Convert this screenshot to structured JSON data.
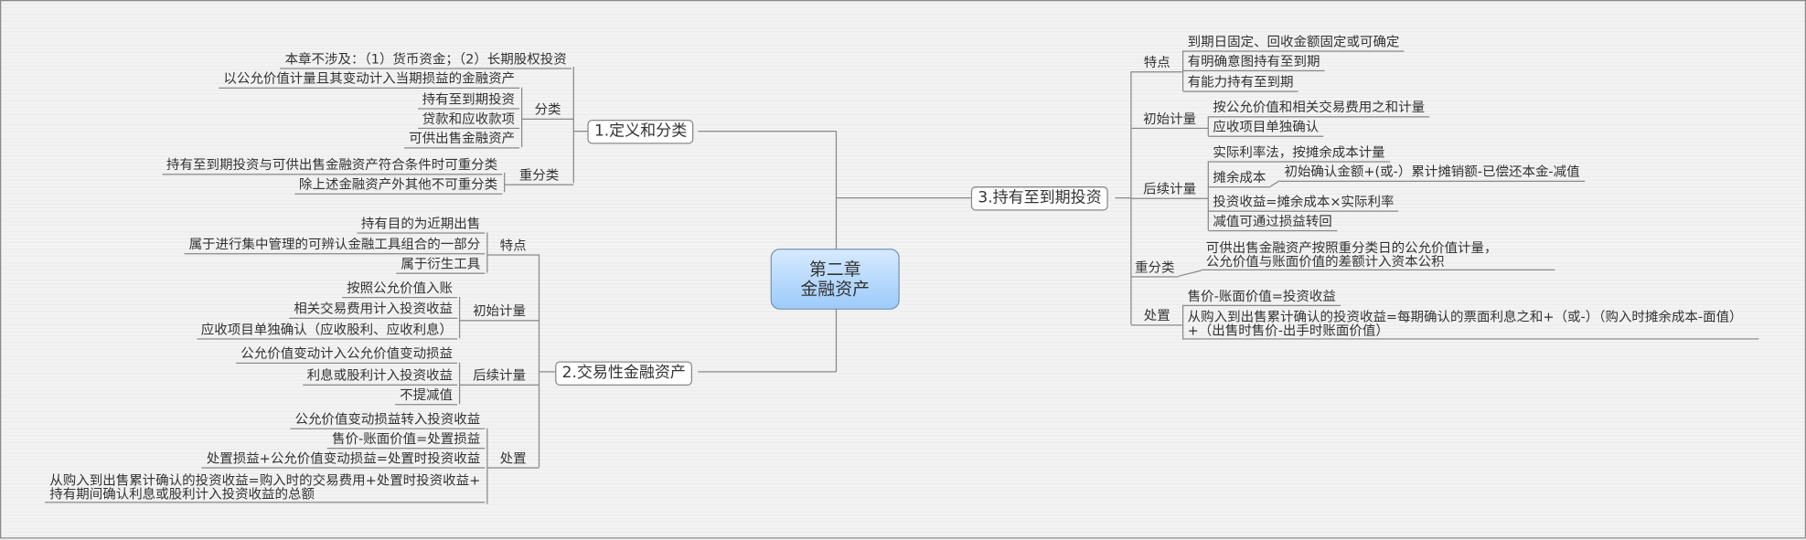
{
  "center": {
    "line1": "第二章",
    "line2": "金融资产"
  },
  "branch1": {
    "label": "1.定义和分类",
    "note": "本章不涉及：（1）货币资金；（2）长期股权投资",
    "classify": {
      "label": "分类",
      "items": [
        "以公允价值计量且其变动计入当期损益的金融资产",
        "持有至到期投资",
        "贷款和应收款项",
        "可供出售金融资产"
      ]
    },
    "reclassify": {
      "label": "重分类",
      "items": [
        "持有至到期投资与可供出售金融资产符合条件时可重分类",
        "除上述金融资产外其他不可重分类"
      ]
    }
  },
  "branch2": {
    "label": "2.交易性金融资产",
    "features": {
      "label": "特点",
      "items": [
        "持有目的为近期出售",
        "属于进行集中管理的可辨认金融工具组合的一部分",
        "属于衍生工具"
      ]
    },
    "initial": {
      "label": "初始计量",
      "items": [
        "按照公允价值入账",
        "相关交易费用计入投资收益",
        "应收项目单独确认（应收股利、应收利息）"
      ]
    },
    "subsequent": {
      "label": "后续计量",
      "items": [
        "公允价值变动计入公允价值变动损益",
        "利息或股利计入投资收益",
        "不提减值"
      ]
    },
    "disposal": {
      "label": "处置",
      "items": [
        "公允价值变动损益转入投资收益",
        "售价-账面价值=处置损益",
        "处置损益+公允价值变动损益=处置时投资收益"
      ],
      "total": [
        "从购入到出售累计确认的投资收益=购入时的交易费用+处置时投资收益+",
        "持有期间确认利息或股利计入投资收益的总额"
      ]
    }
  },
  "branch3": {
    "label": "3.持有至到期投资",
    "features": {
      "label": "特点",
      "items": [
        "到期日固定、回收金额固定或可确定",
        "有明确意图持有至到期",
        "有能力持有至到期"
      ]
    },
    "initial": {
      "label": "初始计量",
      "items": [
        "按公允价值和相关交易费用之和计量",
        "应收项目单独确认"
      ]
    },
    "subsequent": {
      "label": "后续计量",
      "method": "实际利率法，按摊余成本计量",
      "amortized_cost": "摊余成本",
      "amortized_formula": "初始确认金额+(或-）累计摊销额-已偿还本金-减值",
      "income": "投资收益=摊余成本×实际利率",
      "impairment": "减值可通过损益转回"
    },
    "reclassify": {
      "label": "重分类",
      "text": [
        "可供出售金融资产按照重分类日的公允价值计量，",
        "公允价值与账面价值的差额计入资本公积"
      ]
    },
    "disposal": {
      "label": "处置",
      "item": "售价-账面价值=投资收益",
      "total": [
        "从购入到出售累计确认的投资收益=每期确认的票面利息之和+（或-）（购入时摊余成本-面值）",
        "+（出售时售价-出手时账面价值）"
      ]
    }
  }
}
